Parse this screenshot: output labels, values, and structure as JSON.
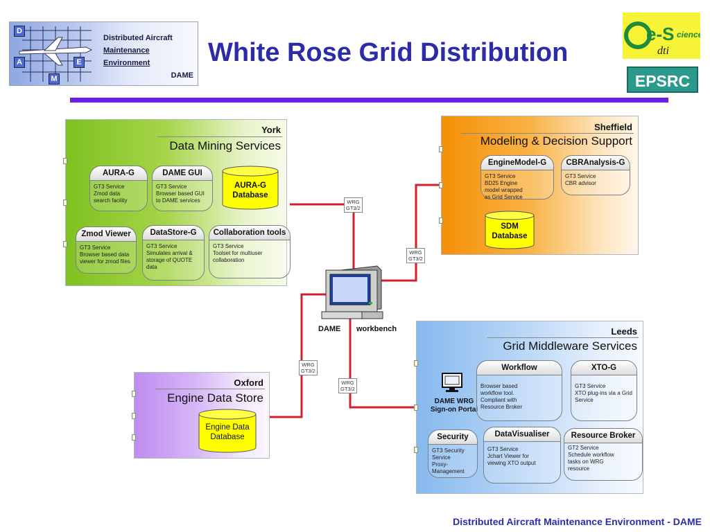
{
  "header": {
    "title": "White Rose Grid Distribution",
    "logo_line1": "Distributed Aircraft",
    "logo_line2": "Maintenance Environment",
    "logo_line3": "DAME",
    "logo_letters": [
      "D",
      "A",
      "E",
      "M"
    ],
    "escience_logo": "e-Science dti",
    "epsrc_logo": "EPSRC"
  },
  "colors": {
    "title": "#2c2ca8",
    "divider": "#6b1fe6",
    "link": "#d21f2e",
    "york": "#7ec21f",
    "sheffield": "#f58f06",
    "leeds": "#86b9ee",
    "oxford": "#bf8cf0",
    "database": "#ffff00"
  },
  "york": {
    "name": "York",
    "subtitle": "Data Mining Services",
    "services": [
      {
        "title": "AURA-G",
        "desc": "GT3 Service\nZmod data\nsearch facility"
      },
      {
        "title": "DAME GUI",
        "desc": "GT3 Service\nBrowser based GUI\nto DAME services"
      },
      {
        "title": "Zmod Viewer",
        "desc": "GT3 Service\nBrowser based data\nviewer for zmod files"
      },
      {
        "title": "DataStore-G",
        "desc": "GT3 Service\nSimulates arrival &\nstorage of QUOTE\ndata"
      },
      {
        "title": "Collaboration tools",
        "desc": "GT3 Service\nToolset for multiuser\ncollaboration"
      }
    ],
    "database": "AURA-G\nDatabase"
  },
  "sheffield": {
    "name": "Sheffield",
    "subtitle": "Modeling & Decision Support",
    "services": [
      {
        "title": "EngineModel-G",
        "desc": "GT3 Service\nBD25 Engine\nmodel wrapped\nas Grid Service"
      },
      {
        "title": "CBRAnalysis-G",
        "desc": "GT3 Service\nCBR advisor"
      }
    ],
    "database": "SDM\nDatabase"
  },
  "leeds": {
    "name": "Leeds",
    "subtitle": "Grid Middleware Services",
    "portal": "DAME WRG\nSign-on Portal",
    "services": [
      {
        "title": "Workflow",
        "desc": "Browser based\nworkflow tool.\nCompliant with\nResource Broker"
      },
      {
        "title": "XTO-G",
        "desc": "GT3 Service\nXTO plug-ins via a Grid\nService"
      },
      {
        "title": "Security",
        "desc": "GT3 Security\nService\nProxy-\nManagement"
      },
      {
        "title": "DataVisualiser",
        "desc": "GT3 Service\nJchart Viewer for\nviewing XTO output"
      },
      {
        "title": "Resource Broker",
        "desc": "GT2 Service\nSchedule workflow\ntasks on WRG\nresource"
      }
    ]
  },
  "oxford": {
    "name": "Oxford",
    "subtitle": "Engine Data Store",
    "database": "Engine Data\nDatabase"
  },
  "workbench": {
    "label_left": "DAME",
    "label_right": "workbench"
  },
  "links": [
    "WRG\nGT3/2",
    "WRG\nGT3/2",
    "WRG\nGT3/2",
    "WRG\nGT3/2"
  ],
  "footer": "Distributed Aircraft Maintenance Environment - DAME"
}
